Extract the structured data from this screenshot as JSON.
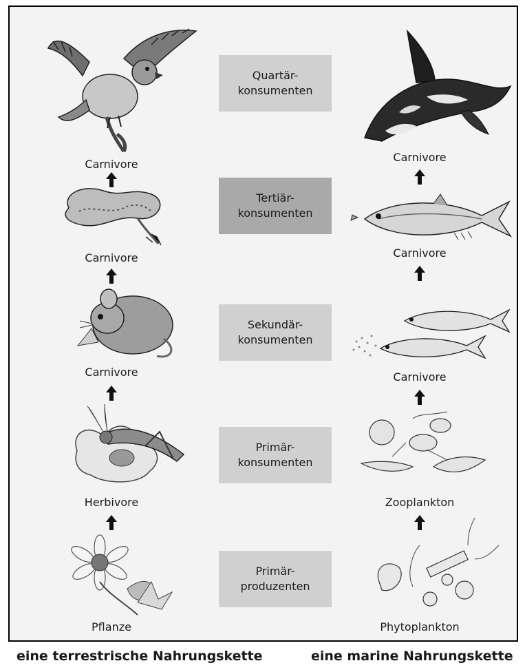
{
  "levels": [
    {
      "label": "Quartär-\nkonsumenten",
      "left_item": "Carnivore",
      "right_item": "Carnivore"
    },
    {
      "label": "Tertiär-\nkonsumenten",
      "left_item": "Carnivore",
      "right_item": "Carnivore"
    },
    {
      "label": "Sekundär-\nkonsumenten",
      "left_item": "Carnivore",
      "right_item": "Carnivore"
    },
    {
      "label": "Primär-\nkonsumenten",
      "left_item": "Herbivore",
      "right_item": "Zooplankton"
    },
    {
      "label": "Primär-\nproduzenten",
      "left_item": "Pflanze",
      "right_item": "Phytoplankton"
    }
  ],
  "captions": {
    "left": "eine terrestrische Nahrungskette",
    "right": "eine marine Nahrungskette"
  },
  "illustrations": {
    "left": [
      "hawk-icon",
      "snake-icon",
      "mouse-icon",
      "grasshopper-icon",
      "flower-icon"
    ],
    "right": [
      "orca-icon",
      "tuna-icon",
      "herring-icon",
      "zooplankton-icon",
      "phytoplankton-icon"
    ]
  }
}
